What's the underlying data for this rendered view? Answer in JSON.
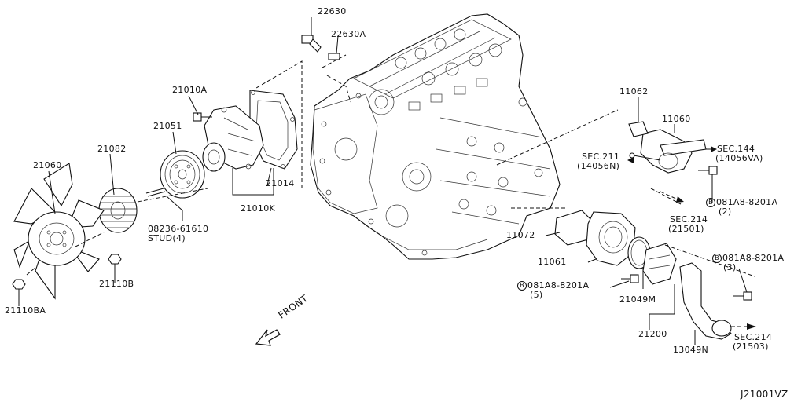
{
  "callouts": {
    "p22630": "22630",
    "p22630a": "22630A",
    "p21010a": "21010A",
    "p21051": "21051",
    "p21082": "21082",
    "p21060": "21060",
    "p21014": "21014",
    "p21010k": "21010K",
    "p08236_61610": "08236-61610",
    "stud4": "STUD(4)",
    "p21110b": "21110B",
    "p21110ba": "21110BA",
    "front": "FRONT",
    "p11062": "11062",
    "p11060": "11060",
    "sec211": "SEC.211",
    "sec211_ref": "(14056N)",
    "sec144": "SEC.144",
    "sec144_ref": "(14056VA)",
    "bolt1_code": "081A8-8201A",
    "bolt1_qty": "(2)",
    "sec214a": "SEC.214",
    "sec214a_ref": "(21501)",
    "p11072": "11072",
    "p11061": "11061",
    "bolt2_code": "081A8-8201A",
    "bolt2_qty": "(3)",
    "bolt3_code": "081A8-8201A",
    "bolt3_qty": "(5)",
    "p21049m": "21049M",
    "p21200": "21200",
    "p13049n": "13049N",
    "sec214b": "SEC.214",
    "sec214b_ref": "(21503)",
    "bolt_prefix": "B",
    "diagram_id": "J21001VZ"
  }
}
